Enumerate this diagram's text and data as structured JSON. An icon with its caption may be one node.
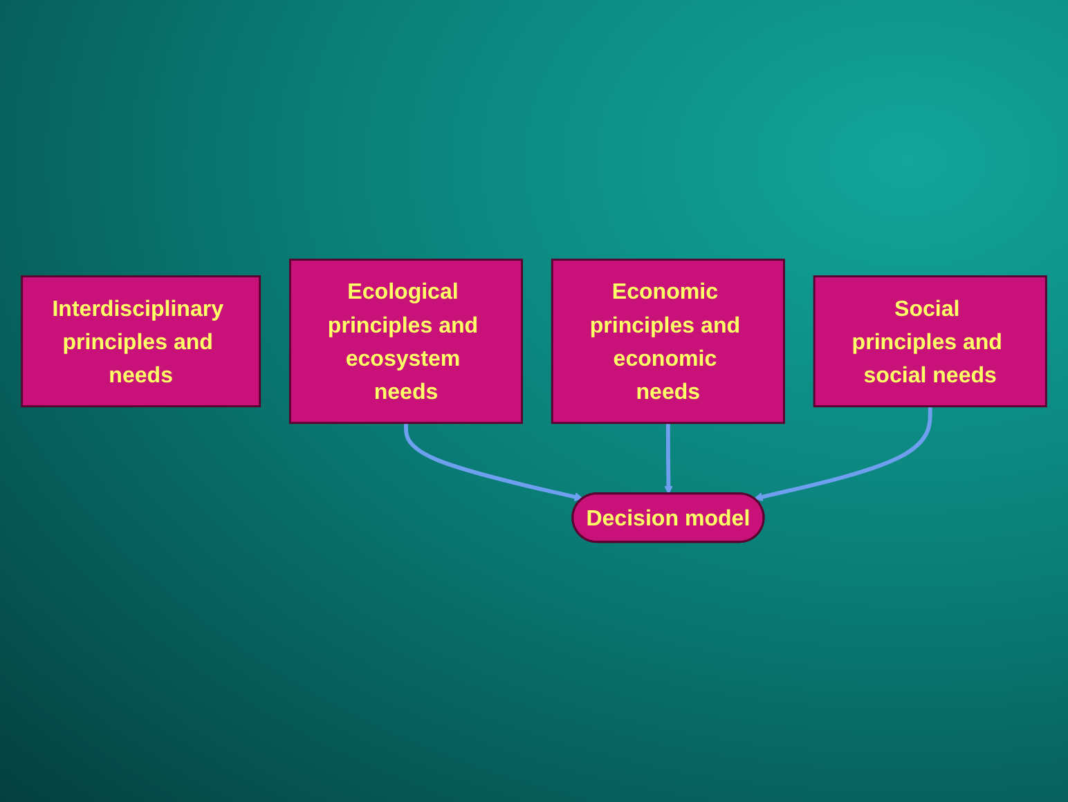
{
  "diagram": {
    "nodes": [
      {
        "text": [
          "Interdisciplinary principles and needs"
        ]
      },
      {
        "text": [
          "Ecological principles and ecosystem needs"
        ]
      },
      {
        "text": [
          "Economic principles and economic needs"
        ]
      },
      {
        "text": [
          "Social principles and social needs"
        ]
      },
      {
        "text": [
          "Decision model"
        ]
      }
    ],
    "edges": [
      {
        "from": 1,
        "to": 4,
        "arrow": "to"
      },
      {
        "from": 2,
        "to": 4,
        "arrow": "to"
      },
      {
        "from": 3,
        "to": 4,
        "arrow": "to"
      }
    ]
  }
}
